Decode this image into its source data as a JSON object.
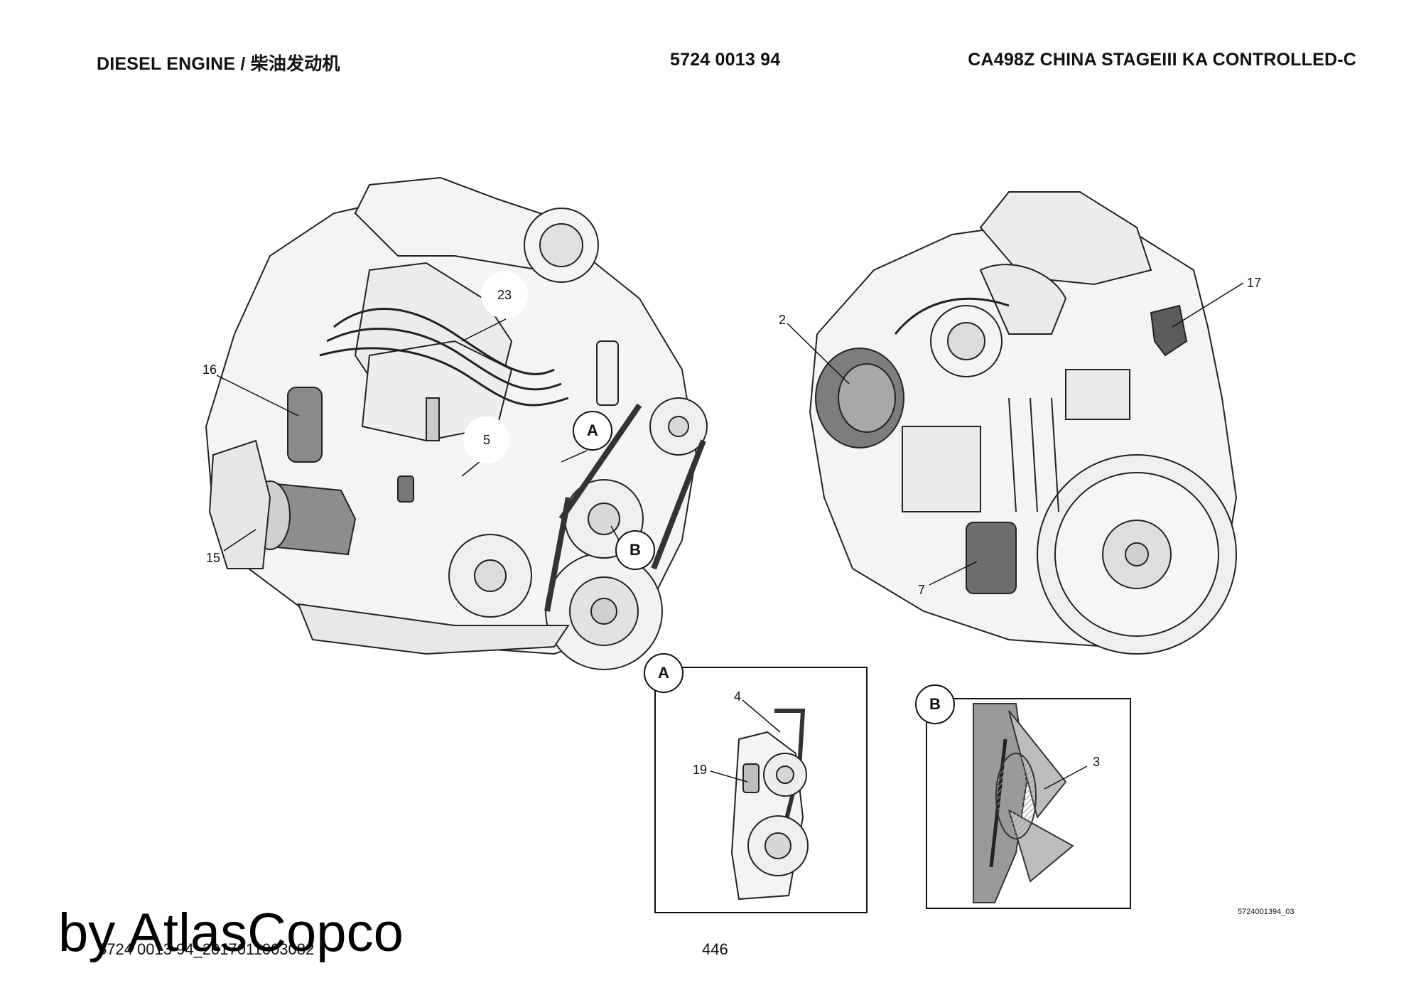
{
  "header": {
    "left": "DIESEL ENGINE / 柴油发动机",
    "center": "5724 0013 94",
    "right": "CA498Z CHINA STAGEIII KA CONTROLLED-C"
  },
  "callouts": {
    "c2": "2",
    "c3": "3",
    "c4": "4",
    "c5": "5",
    "c7": "7",
    "c15": "15",
    "c16": "16",
    "c17": "17",
    "c19": "19",
    "c23": "23"
  },
  "detail_labels": {
    "a_main": "A",
    "b_main": "B",
    "a_box": "A",
    "b_box": "B"
  },
  "footer": {
    "doc_code": "5724001394_03",
    "footer_id": "5724 0013 94_2017011003082",
    "page_number": "446",
    "watermark": "by AtlasCopco"
  }
}
